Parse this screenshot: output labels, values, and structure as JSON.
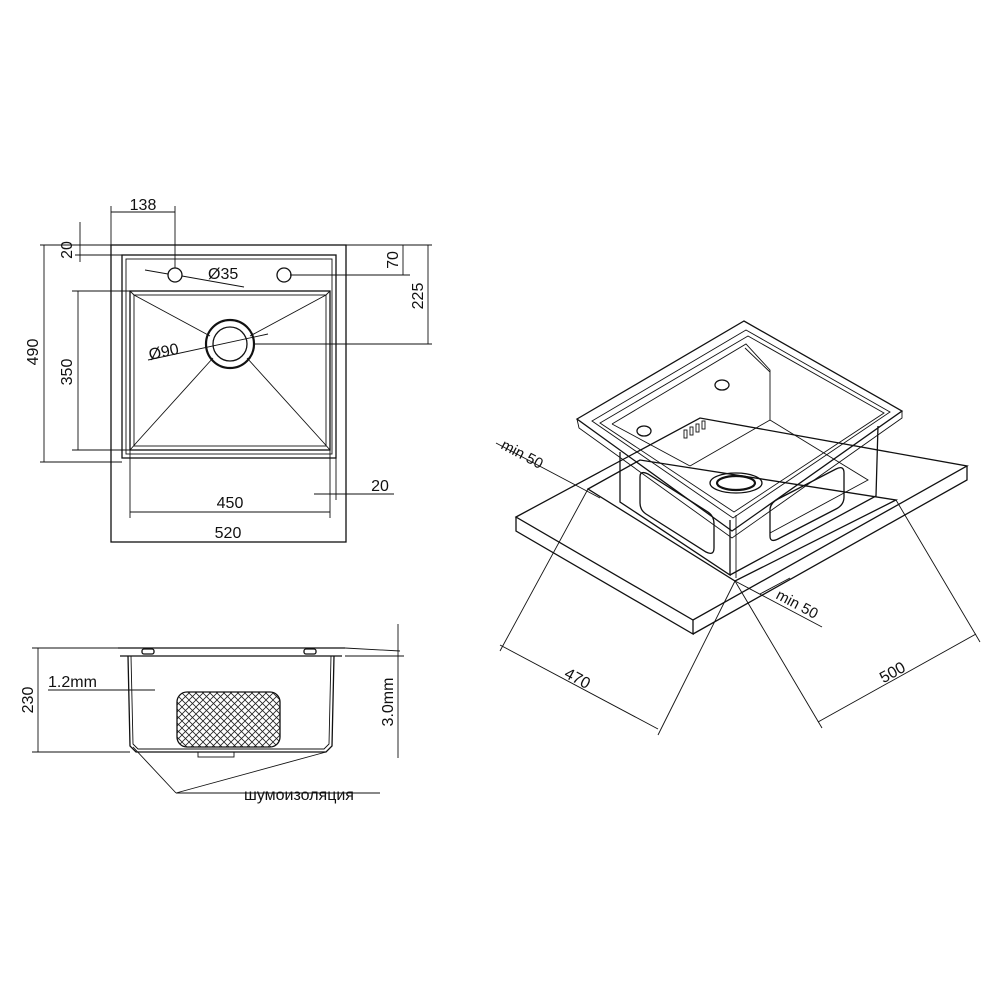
{
  "top_view": {
    "dims": {
      "tap_offset": "138",
      "tap_diameter": "Ø35",
      "top_margin": "20",
      "tap_row": "70",
      "drain_position": "225",
      "total_depth": "490",
      "bowl_depth": "350",
      "drain_diameter": "Ø90",
      "rim_width": "20",
      "bowl_width": "450",
      "total_width": "520"
    }
  },
  "side_view": {
    "dims": {
      "height": "230",
      "wall_thickness": "1.2mm",
      "deck_thickness": "3.0mm"
    },
    "insulation_label": "шумоизоляция"
  },
  "iso_view": {
    "dims": {
      "min_left": "min 50",
      "min_right": "min 50",
      "cutout_width": "470",
      "cutout_depth": "500"
    }
  }
}
